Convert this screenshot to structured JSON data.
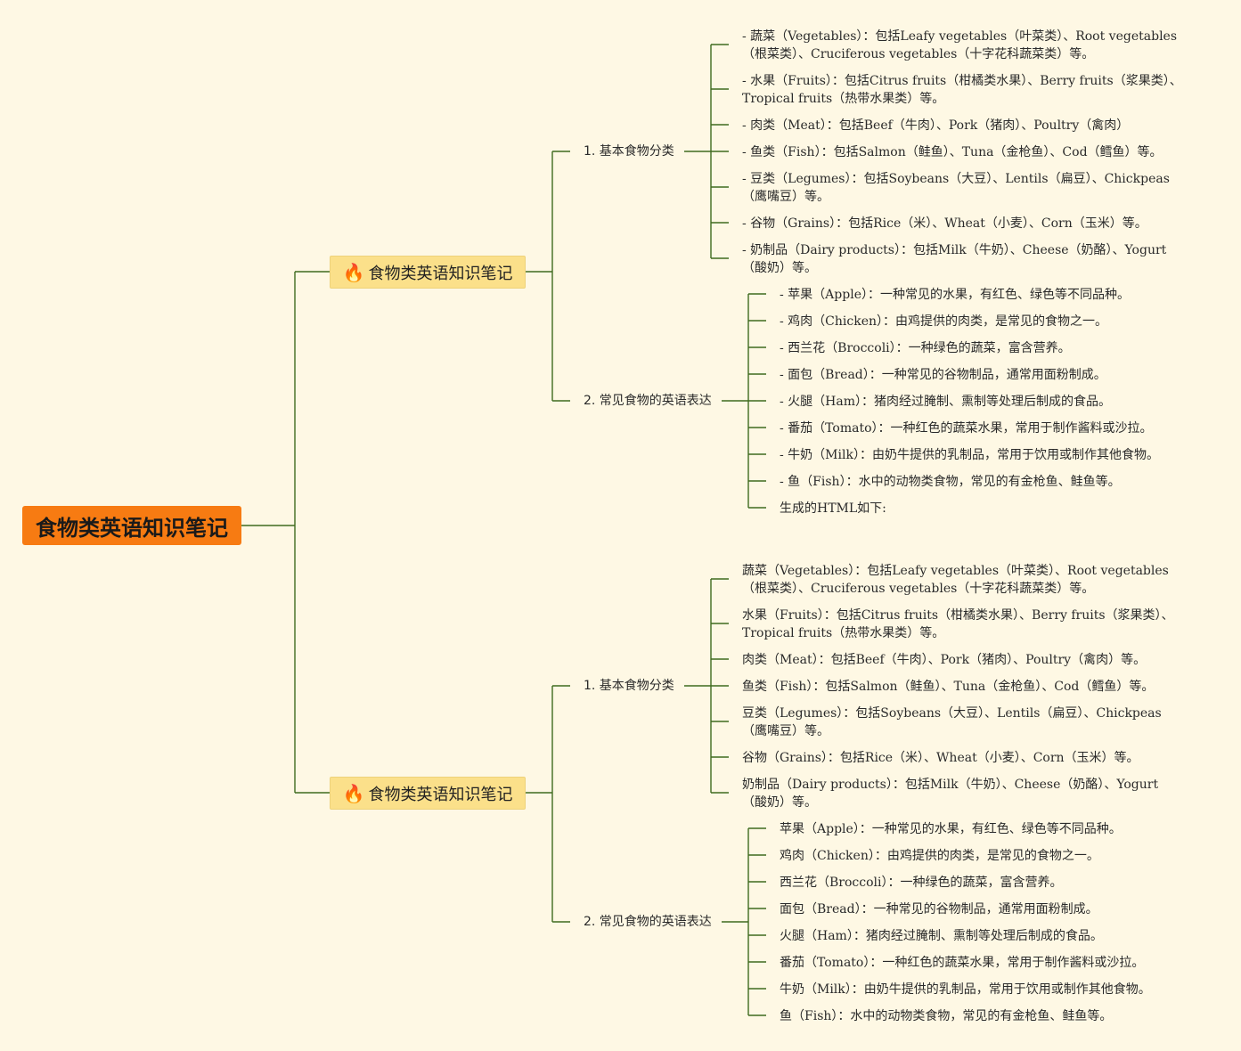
{
  "root": {
    "title": "食物类英语知识笔记"
  },
  "branches": [
    {
      "icon": "fire-blue-icon",
      "title": "食物类英语知识笔记",
      "sections": [
        {
          "title": "1. 基本食物分类",
          "items": [
            "- 蔬菜（Vegetables）：包括Leafy vegetables（叶菜类）、Root vegetables（根菜类）、Cruciferous vegetables（十字花科蔬菜类）等。",
            "- 水果（Fruits）：包括Citrus fruits（柑橘类水果）、Berry fruits（浆果类）、Tropical fruits（热带水果类）等。",
            "- 肉类（Meat）：包括Beef（牛肉）、Pork（猪肉）、Poultry（禽肉）",
            "- 鱼类（Fish）：包括Salmon（鲑鱼）、Tuna（金枪鱼）、Cod（鳕鱼）等。",
            "- 豆类（Legumes）：包括Soybeans（大豆）、Lentils（扁豆）、Chickpeas（鹰嘴豆）等。",
            "- 谷物（Grains）：包括Rice（米）、Wheat（小麦）、Corn（玉米）等。",
            "- 奶制品（Dairy products）：包括Milk（牛奶）、Cheese（奶酪）、Yogurt（酸奶）等。"
          ]
        },
        {
          "title": "2. 常见食物的英语表达",
          "items": [
            "- 苹果（Apple）：一种常见的水果，有红色、绿色等不同品种。",
            "- 鸡肉（Chicken）：由鸡提供的肉类，是常见的食物之一。",
            "- 西兰花（Broccoli）：一种绿色的蔬菜，富含营养。",
            "- 面包（Bread）：一种常见的谷物制品，通常用面粉制成。",
            "- 火腿（Ham）：猪肉经过腌制、熏制等处理后制成的食品。",
            "- 番茄（Tomato）：一种红色的蔬菜水果，常用于制作酱料或沙拉。",
            "- 牛奶（Milk）：由奶牛提供的乳制品，常用于饮用或制作其他食物。",
            "- 鱼（Fish）：水中的动物类食物，常见的有金枪鱼、鲑鱼等。",
            "生成的HTML如下:"
          ]
        }
      ]
    },
    {
      "icon": "fire-red-icon",
      "title": "食物类英语知识笔记",
      "sections": [
        {
          "title": "1. 基本食物分类",
          "items": [
            "蔬菜（Vegetables）：包括Leafy vegetables（叶菜类）、Root vegetables（根菜类）、Cruciferous vegetables（十字花科蔬菜类）等。",
            "水果（Fruits）：包括Citrus fruits（柑橘类水果）、Berry fruits（浆果类）、Tropical fruits（热带水果类）等。",
            "肉类（Meat）：包括Beef（牛肉）、Pork（猪肉）、Poultry（禽肉）等。",
            "鱼类（Fish）：包括Salmon（鲑鱼）、Tuna（金枪鱼）、Cod（鳕鱼）等。",
            "豆类（Legumes）：包括Soybeans（大豆）、Lentils（扁豆）、Chickpeas（鹰嘴豆）等。",
            "谷物（Grains）：包括Rice（米）、Wheat（小麦）、Corn（玉米）等。",
            "奶制品（Dairy products）：包括Milk（牛奶）、Cheese（奶酪）、Yogurt（酸奶）等。"
          ]
        },
        {
          "title": "2. 常见食物的英语表达",
          "items": [
            "苹果（Apple）：一种常见的水果，有红色、绿色等不同品种。",
            "鸡肉（Chicken）：由鸡提供的肉类，是常见的食物之一。",
            "西兰花（Broccoli）：一种绿色的蔬菜，富含营养。",
            "面包（Bread）：一种常见的谷物制品，通常用面粉制成。",
            "火腿（Ham）：猪肉经过腌制、熏制等处理后制成的食品。",
            "番茄（Tomato）：一种红色的蔬菜水果，常用于制作酱料或沙拉。",
            "牛奶（Milk）：由奶牛提供的乳制品，常用于饮用或制作其他食物。",
            "鱼（Fish）：水中的动物类食物，常见的有金枪鱼、鲑鱼等。"
          ]
        }
      ]
    }
  ]
}
